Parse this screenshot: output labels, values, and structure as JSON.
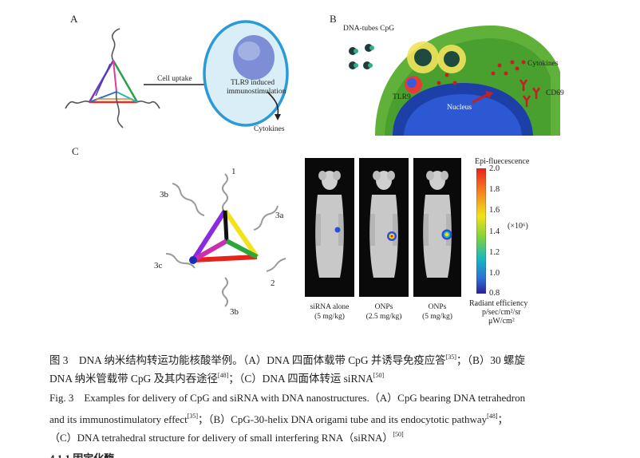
{
  "panel_a": {
    "letter": "A",
    "uptake_label": "Cell uptake",
    "tlr9_line1": "TLR9 induced",
    "tlr9_line2": "immunostimulation",
    "cytokines": "Cytokines"
  },
  "panel_b": {
    "letter": "B",
    "tubes_label": "DNA-tubes CpG",
    "cytokines": "Cytokines",
    "cd69": "CD69",
    "tlr9": "TLR9",
    "nucleus": "Nucleus"
  },
  "panel_c": {
    "letter": "C",
    "vertex_1": "1",
    "vertex_2": "2",
    "vertex_3a": "3a",
    "vertex_3b_top": "3b",
    "vertex_3b_bottom": "3b",
    "vertex_3c": "3c",
    "mice": [
      {
        "line1": "siRNA alone",
        "line2": "(5 mg/kg)"
      },
      {
        "line1": "ONPs",
        "line2": "(2.5 mg/kg)"
      },
      {
        "line1": "ONPs",
        "line2": "(5 mg/kg)"
      }
    ],
    "colorbar": {
      "title": "Epi-fluecescence",
      "ticks": [
        "2.0",
        "1.8",
        "1.6",
        "1.4",
        "1.2",
        "1.0",
        "0.8"
      ],
      "unit": "(×10⁶)",
      "footer_line1": "Radiant efficiency",
      "footer_line2": "p/sec/cm²/sr",
      "footer_line3": "μW/cm²"
    }
  },
  "caption": {
    "cn_line1": "图 3　DNA 纳米结构转运功能核酸举例。（A）DNA 四面体载带 CpG 并诱导免疫应答",
    "cn_ref1": "[35]",
    "cn_line1_tail": "；（B）30 螺旋",
    "cn_line2": "DNA 纳米管载带 CpG 及其内吞途径",
    "cn_ref2": "[48]",
    "cn_line2_tail": "；（C）DNA 四面体转运 siRNA",
    "cn_ref3": "[50]",
    "en_line1": "Fig. 3　Examples for delivery of CpG and siRNA with DNA nanostructures.（A）CpG bearing DNA tetrahedron",
    "en_line2": "and its immunostimulatory effect",
    "en_ref1": "[35]",
    "en_line2_mid": "；（B）CpG-30-helix DNA origami tube and its endocytotic pathway",
    "en_ref2": "[48]",
    "en_line2_tail": "；",
    "en_line3": "（C）DNA tetrahedral structure for delivery of small interfering RNA（siRNA）",
    "en_ref3": "[50]"
  },
  "footer_partial": "4.1.1 固定化酶"
}
